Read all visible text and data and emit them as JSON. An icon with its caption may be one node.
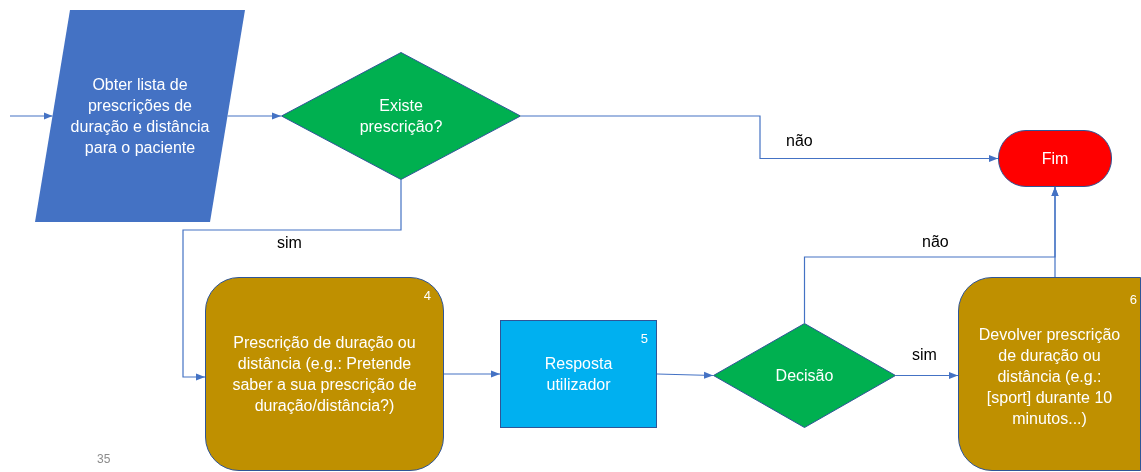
{
  "diagram": {
    "nodes": [
      {
        "text": [
          "Obter lista de prescrições de duração e distância para o paciente"
        ]
      },
      {
        "text": [
          "Existe prescrição?"
        ]
      },
      {
        "text": [
          "Fim"
        ]
      },
      {
        "text": [
          "4",
          "Prescrição de duração ou distância (e.g.: Pretende saber a sua prescrição de duração/distância?)"
        ]
      },
      {
        "text": [
          "5",
          "Resposta utilizador"
        ]
      },
      {
        "text": [
          "Decisão"
        ]
      },
      {
        "text": [
          "6",
          "Devolver prescrição de duração ou distância (e.g.: [sport] durante 10 minutos...)"
        ]
      }
    ],
    "edges": [
      {
        "from": null,
        "to": 0,
        "arrow": "to"
      },
      {
        "from": 0,
        "to": 1,
        "arrow": "to"
      },
      {
        "from": 1,
        "to": 2,
        "arrow": "to",
        "label": "não"
      },
      {
        "from": 1,
        "to": 3,
        "arrow": "to",
        "label": "sim"
      },
      {
        "from": 3,
        "to": 4,
        "arrow": "to"
      },
      {
        "from": 4,
        "to": 5,
        "arrow": "to"
      },
      {
        "from": 5,
        "to": 6,
        "arrow": "to",
        "label": "sim"
      },
      {
        "from": 5,
        "to": 2,
        "arrow": "to",
        "label": "não"
      },
      {
        "from": 6,
        "to": 2,
        "arrow": "to"
      }
    ],
    "labels": [
      "35"
    ]
  }
}
